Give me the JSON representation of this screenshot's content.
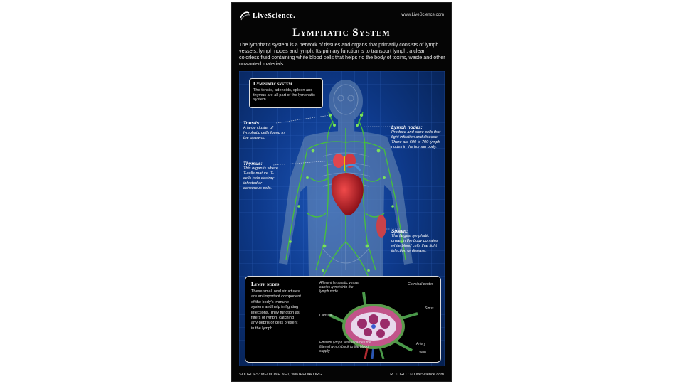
{
  "header": {
    "brand": "LiveScience.",
    "site_url": "www.LiveScience.com",
    "title": "Lymphatic System",
    "intro": "The lymphatic system is a network of tissues and organs that primarily consists of lymph vessels, lymph nodes and lymph. Its primary function is to transport lymph, a clear, colorless fluid containing white blood cells that helps rid the body of toxins, waste and other unwanted materials."
  },
  "infobox": {
    "title": "Lymphatic system",
    "text": "The tonsils, adenoids, spleen and thymus are all part of the lymphatic system."
  },
  "labels": {
    "tonsils": {
      "title": "Tonsils:",
      "text": "A large cluster of lymphatic cells found in the pharynx."
    },
    "lymph_nodes": {
      "title": "Lymph nodes:",
      "text": "Produce and store cells that fight infection and disease. There are 600 to 700 lymph nodes in the human body."
    },
    "thymus": {
      "title": "Thymus:",
      "text": "This organ is where T-cells mature. T-cells help destroy infected or cancerous cells."
    },
    "spleen": {
      "title": "Spleen:",
      "text": "The largest lymphatic organ in the body contains white blood cells that fight infection or disease."
    }
  },
  "lymph_node_panel": {
    "title": "Lymph nodes",
    "text": "These small oval structures are an important component of the body's immune system and help in fighting infections. They function as filters of lymph, catching any debris or cells present in the lymph.",
    "afferent": "Afferent lymphatic vessel carries lymph into the lymph node",
    "capsule": "Capsule",
    "efferent": "Efferent lymph vessel carries the filtered lymph back to the blood supply",
    "germinal": "Germinal center",
    "sinus": "Sinus",
    "artery": "Artery",
    "vein": "Vein"
  },
  "footer": {
    "sources": "SOURCES: MEDICINE.NET, WIKIPEDIA.ORG",
    "credit": "R. TORO / © LiveScience.com"
  },
  "colors": {
    "background_blue": "#0e3a8c",
    "vessel_green": "#46c23a",
    "heart_red": "#c3202a"
  }
}
